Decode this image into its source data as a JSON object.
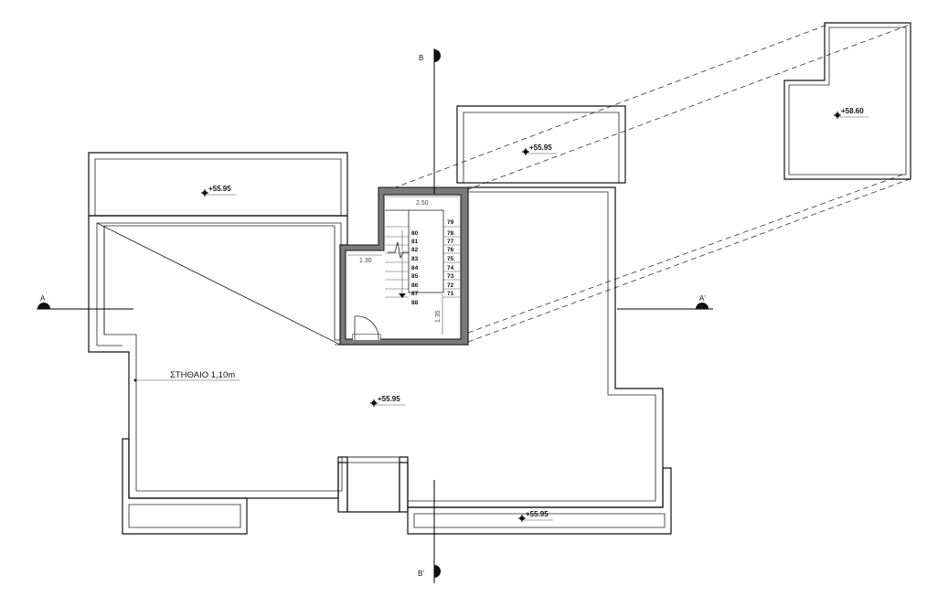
{
  "elevations": {
    "top_left_terrace": "+55.95",
    "top_middle_terrace": "+55.95",
    "upper_right_roof": "+58.60",
    "main_roof": "+55.95",
    "bottom_terrace": "+55.95"
  },
  "parapet_label": "ΣΤΗΘΑΙΟ 1,10m",
  "dimensions": {
    "stair_width": "2.50",
    "landing_width": "1.30",
    "landing_depth": "1.35"
  },
  "stair_steps": {
    "right_run": [
      "79",
      "78",
      "77",
      "76",
      "75",
      "74",
      "73",
      "72",
      "71"
    ],
    "left_run": [
      "80",
      "81",
      "82",
      "83",
      "84",
      "85",
      "86",
      "87",
      "88"
    ]
  },
  "section_marks": {
    "a_left": "A",
    "a_right": "A'",
    "b_top": "B",
    "b_bottom": "B'"
  }
}
